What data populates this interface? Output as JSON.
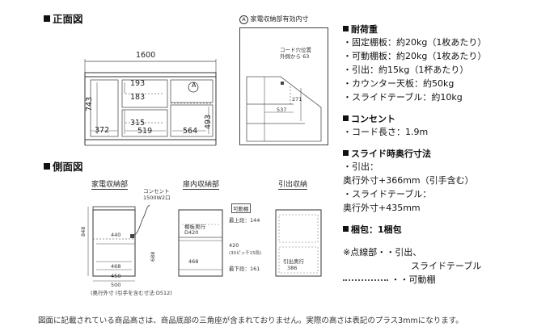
{
  "front": {
    "title": "正面図",
    "width": "1600",
    "label_a": "A",
    "dims": {
      "h743": "743",
      "d372": "372",
      "d193": "193",
      "d183": "183",
      "d315": "315",
      "d519": "519",
      "d564": "564",
      "d493": "493"
    }
  },
  "detail": {
    "title": "家電収納部有効内寸",
    "marker": "A",
    "cord_note_1": "コード穴位置",
    "cord_note_2": "外側から 63",
    "d271": "271",
    "d537": "537"
  },
  "side": {
    "title": "側面図",
    "labels": {
      "appliance": "家電収納部",
      "door": "扉内収納部",
      "drawer": "引出収納"
    },
    "outlet_1": "コンセント",
    "outlet_2": "1500W2口",
    "d848": "848",
    "d440": "440",
    "d468a": "468",
    "d450": "450",
    "d688": "688",
    "d500": "500",
    "depth_note": "(奥行外寸 (引手を含む寸法:D512)",
    "shelf_depth_1": "棚板奥行",
    "shelf_depth_2": "D420",
    "movable": "可動棚",
    "top_stage": "最上段：144",
    "d420": "420",
    "pitch": "(30ピッチ15段)",
    "bottom_stage": "最下段：161",
    "d468b": "468",
    "drawer_depth": "引出奥行",
    "d386": "386"
  },
  "specs": {
    "load_title": "耐荷重",
    "load_items": [
      "・固定棚板：約20kg（1枚あたり）",
      "・可動棚板：約20kg（1枚あたり）",
      "・引出：約15kg（1杯あたり）",
      "・カウンター天板：約50kg",
      "・スライドテーブル：約10kg"
    ],
    "outlet_title": "コンセント",
    "outlet_items": [
      "・コード長さ：1.9m"
    ],
    "slide_title": "スライド時奥行寸法",
    "slide_items": [
      "・引出：",
      "奥行外寸+366mm（引手含む）",
      "・スライドテーブル：",
      "奥行外寸+435mm"
    ],
    "package_title": "梱包：1梱包",
    "legend_1a": "※点線部・・引出、",
    "legend_1b": "スライドテーブル",
    "legend_2": "・・可動棚"
  },
  "footer": "図面に記載されている商品高さは、商品底部の三角座が含まれておりません。実際の高さは表記のプラス3mmになります。"
}
